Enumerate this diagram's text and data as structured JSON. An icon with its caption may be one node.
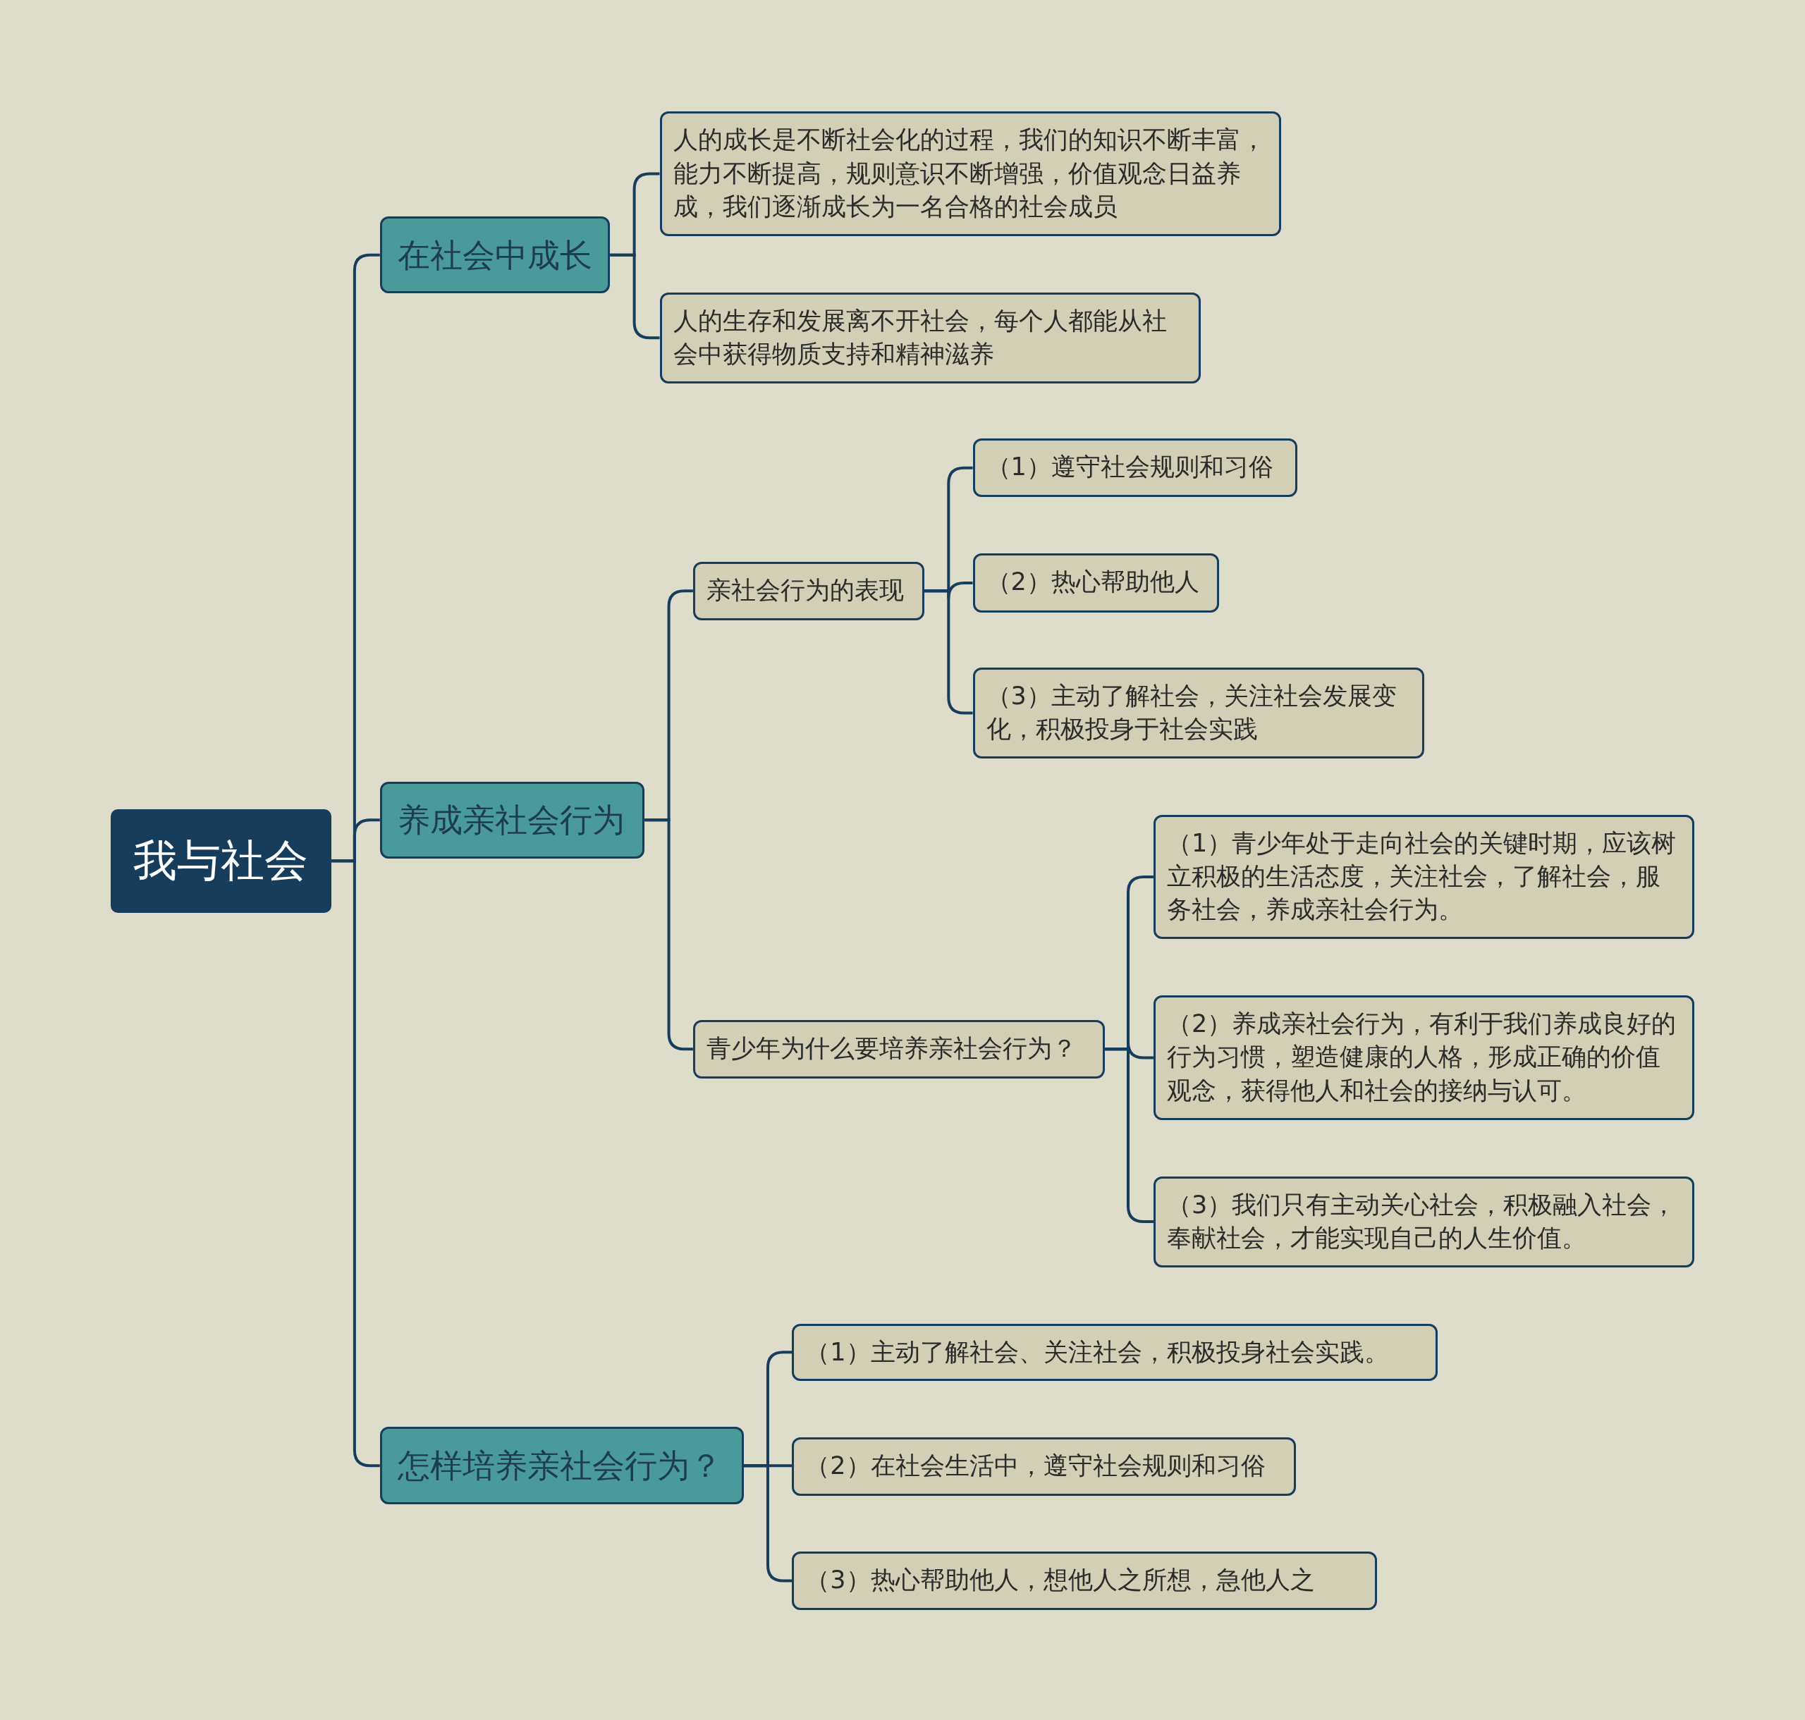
{
  "diagram": {
    "nodes": [
      {
        "text": [
          "我与社会"
        ]
      },
      {
        "text": [
          "在社会中成长"
        ]
      },
      {
        "text": [
          "人的成长是不断社会化的过程，我们的知识不断丰富，能力不断提高，规则意识不断增强，价值观念日益养成，我们逐渐成长为一名合格的社会成员"
        ]
      },
      {
        "text": [
          "人的生存和发展离不开社会，每个人都能从社会中获得物质支持和精神滋养"
        ]
      },
      {
        "text": [
          "养成亲社会行为"
        ]
      },
      {
        "text": [
          "亲社会行为的表现"
        ]
      },
      {
        "text": [
          "（1）遵守社会规则和习俗"
        ]
      },
      {
        "text": [
          "（2）热心帮助他人"
        ]
      },
      {
        "text": [
          "（3）主动了解社会，关注社会发展变化，积极投身于社会实践"
        ]
      },
      {
        "text": [
          "青少年为什么要培养亲社会行为？"
        ]
      },
      {
        "text": [
          "（1）青少年处于走向社会的关键时期，应该树立积极的生活态度，关注社会，了解社会，服务社会，养成亲社会行为。"
        ]
      },
      {
        "text": [
          "（2）养成亲社会行为，有利于我们养成良好的行为习惯，塑造健康的人格，形成正确的价值观念，获得他人和社会的接纳与认可。"
        ]
      },
      {
        "text": [
          "（3）我们只有主动关心社会，积极融入社会，奉献社会，才能实现自己的人生价值。"
        ]
      },
      {
        "text": [
          "怎样培养亲社会行为？"
        ]
      },
      {
        "text": [
          "（1）主动了解社会、关注社会，积极投身社会实践。"
        ]
      },
      {
        "text": [
          "（2）在社会生活中，遵守社会规则和习俗"
        ]
      },
      {
        "text": [
          "（3）热心帮助他人，想他人之所想，急他人之"
        ]
      }
    ],
    "edges": [
      {
        "from": 0,
        "to": 1,
        "arrow": "none"
      },
      {
        "from": 0,
        "to": 4,
        "arrow": "none"
      },
      {
        "from": 0,
        "to": 13,
        "arrow": "none"
      },
      {
        "from": 1,
        "to": 2,
        "arrow": "none"
      },
      {
        "from": 1,
        "to": 3,
        "arrow": "none"
      },
      {
        "from": 4,
        "to": 5,
        "arrow": "none"
      },
      {
        "from": 4,
        "to": 9,
        "arrow": "none"
      },
      {
        "from": 5,
        "to": 6,
        "arrow": "none"
      },
      {
        "from": 5,
        "to": 7,
        "arrow": "none"
      },
      {
        "from": 5,
        "to": 8,
        "arrow": "none"
      },
      {
        "from": 9,
        "to": 10,
        "arrow": "none"
      },
      {
        "from": 9,
        "to": 11,
        "arrow": "none"
      },
      {
        "from": 9,
        "to": 12,
        "arrow": "none"
      },
      {
        "from": 13,
        "to": 14,
        "arrow": "none"
      },
      {
        "from": 13,
        "to": 15,
        "arrow": "none"
      },
      {
        "from": 13,
        "to": 16,
        "arrow": "none"
      }
    ]
  }
}
